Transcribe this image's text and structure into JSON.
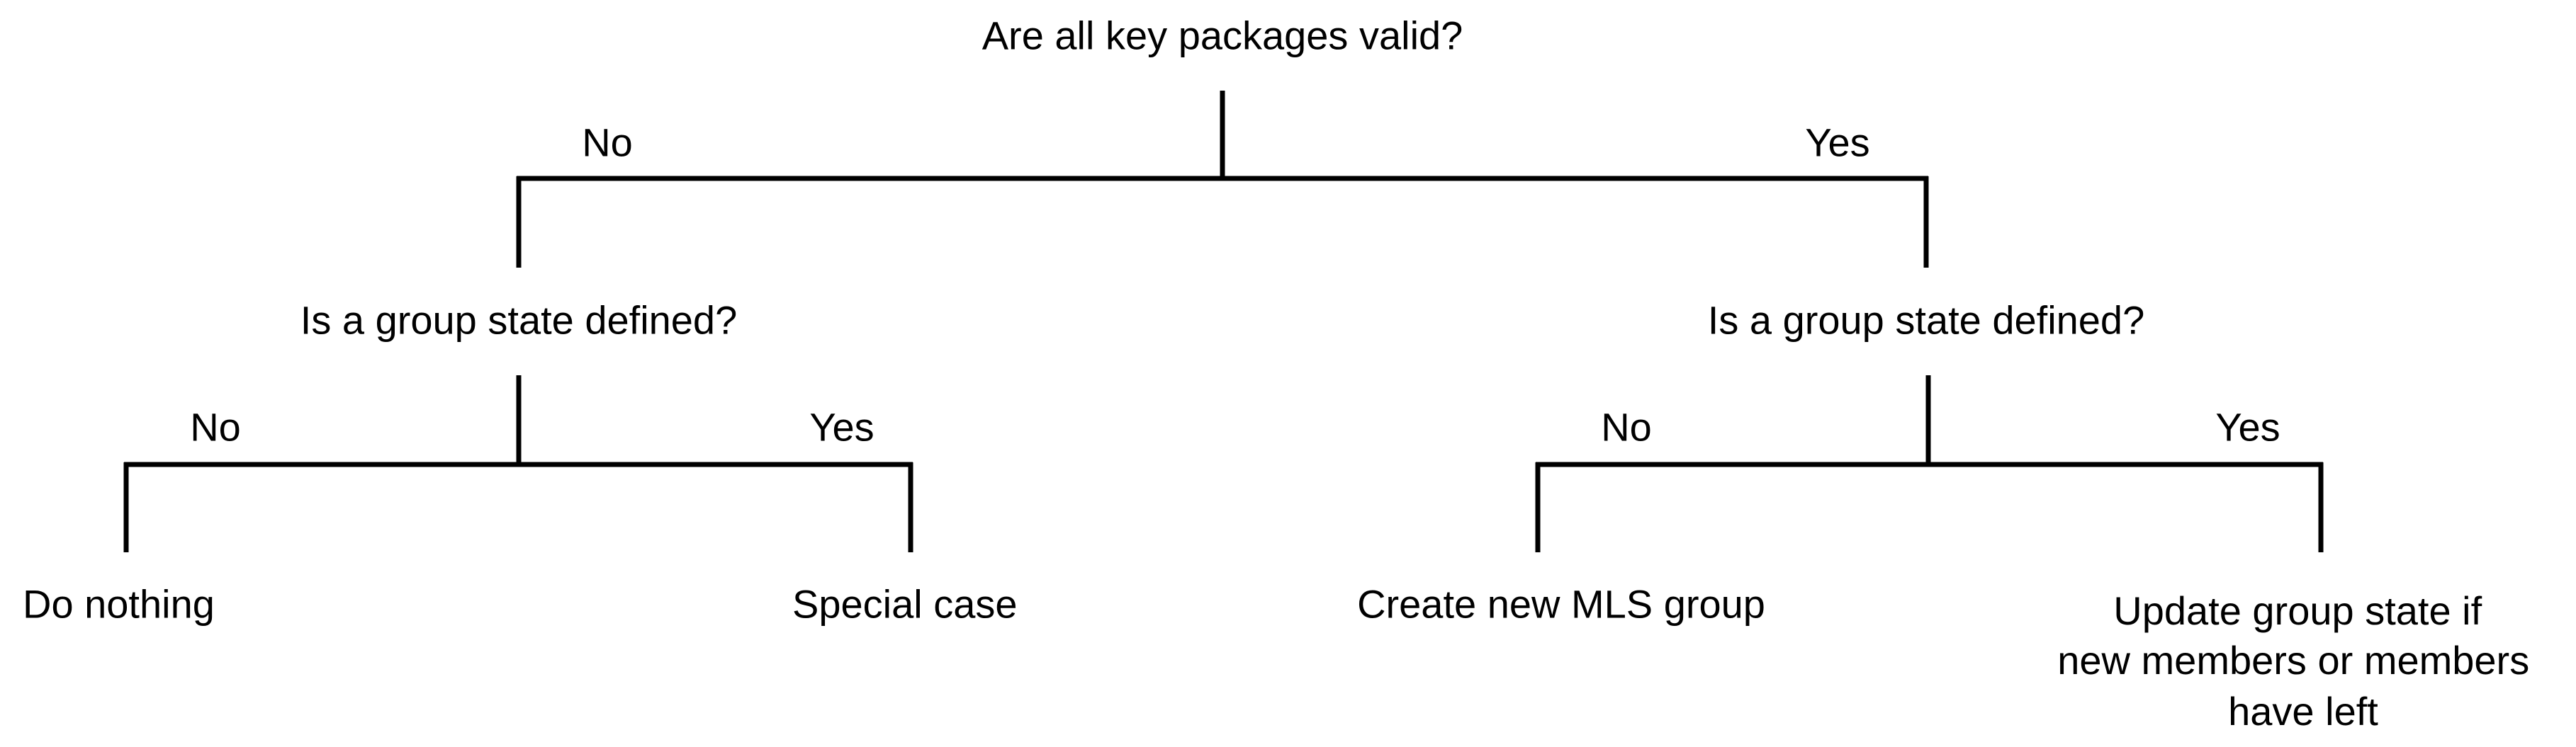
{
  "root": {
    "question": "Are all key packages valid?"
  },
  "left_branch": {
    "edge_label": "No",
    "question": "Is a group state defined?",
    "no_label": "No",
    "yes_label": "Yes",
    "no_outcome": "Do nothing",
    "yes_outcome": "Special case"
  },
  "right_branch": {
    "edge_label": "Yes",
    "question": "Is a group state defined?",
    "no_label": "No",
    "yes_label": "Yes",
    "no_outcome": "Create new MLS group",
    "yes_outcome": [
      "Update group state if",
      "new members or members",
      "have left"
    ]
  }
}
